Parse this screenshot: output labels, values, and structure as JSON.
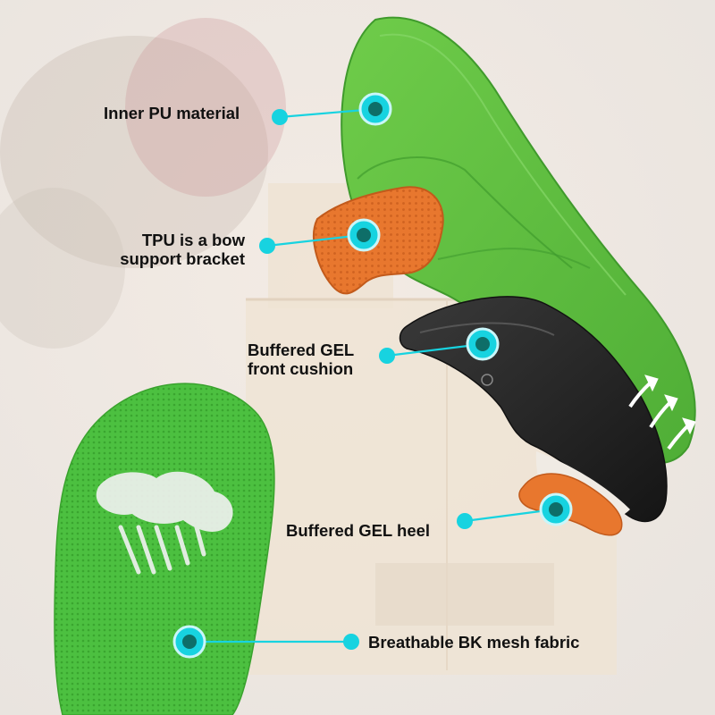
{
  "labels": {
    "inner_pu": "Inner PU material",
    "tpu_line1": "TPU is a bow",
    "tpu_line2": "support bracket",
    "gel_front_line1": "Buffered GEL",
    "gel_front_line2": "front cushion",
    "gel_heel": "Buffered GEL heel",
    "mesh": "Breathable BK mesh fabric"
  },
  "colors": {
    "insole_green": "#5fbf3f",
    "insole_green_dark": "#3e9b2c",
    "pad_orange": "#e8772e",
    "shell_black": "#2a2a2a",
    "callout_cyan": "#17d3e0",
    "callout_teal": "#0e6e68"
  },
  "icons": {
    "airflow": "airflow-arrows-icon",
    "callout": "callout-dot-icon",
    "fan_logo": "breathable-fan-icon"
  }
}
